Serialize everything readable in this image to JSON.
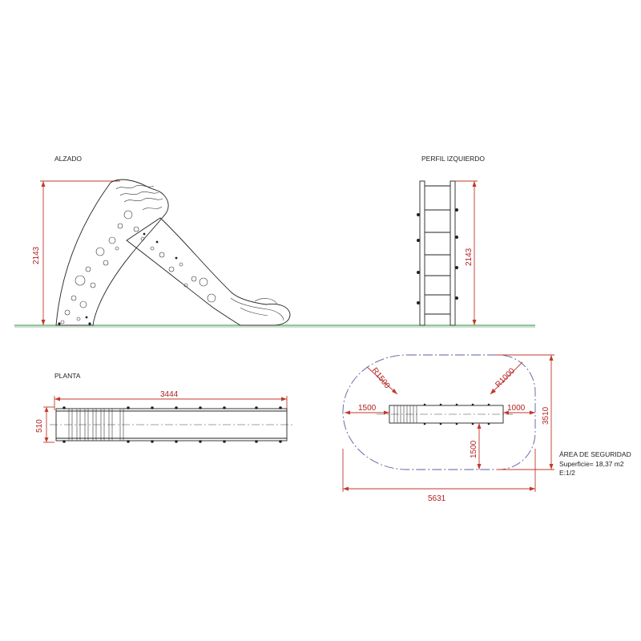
{
  "views": {
    "elevation_title": "ALZADO",
    "side_title": "PERFIL IZQUIERDO",
    "plan_title": "PLANTA"
  },
  "dimensions": {
    "elevation_height": "2143",
    "side_height": "2143",
    "plan_length": "3444",
    "plan_width": "510",
    "safety_left": "1500",
    "safety_right": "1000",
    "safety_bottom": "1500",
    "safety_total_width": "5631",
    "safety_total_height": "3510",
    "radius_left": "R1500",
    "radius_right": "R1000"
  },
  "safety_area": {
    "title": "ÁREA DE SEGURIDAD",
    "surface": "Superficie= 18,37 m2",
    "scale": "E:1/2"
  },
  "colors": {
    "dimension": "#c0392b",
    "ground": "#2e8b3c",
    "safety_outline": "#5a5fa0",
    "object": "#222222"
  }
}
